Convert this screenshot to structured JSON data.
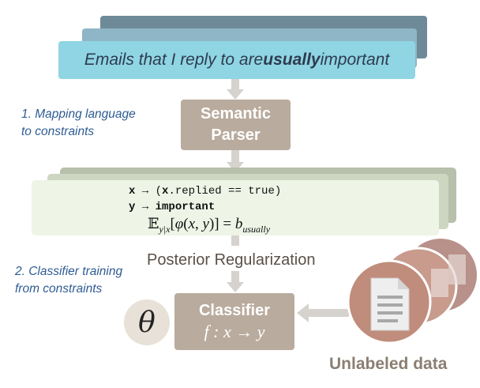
{
  "email_example": {
    "before": "Emails that I reply to are ",
    "emphasis": "usually",
    "after": " important"
  },
  "steps": {
    "step1_line1": "1. Mapping language",
    "step1_line2": "to constraints",
    "step2_line1": "2. Classifier training",
    "step2_line2": "from constraints"
  },
  "semantic_parser": {
    "line1": "Semantic",
    "line2": "Parser"
  },
  "constraint": {
    "x_var": "x",
    "x_rhs_var": "x",
    "x_rhs_rest": ".replied == true)",
    "x_rhs_open": "(",
    "y_var": "y",
    "y_rhs": "important",
    "arrow": "→"
  },
  "posterior_regularization_label": "Posterior Regularization",
  "classifier": {
    "title": "Classifier"
  },
  "theta_symbol": "θ",
  "unlabeled_data_label": "Unlabeled data",
  "colors": {
    "email_card": "#8fd5e3",
    "parser_box": "#b9ab9d",
    "constraint_card": "#eef4e6",
    "step_text": "#2f5c93",
    "doc_circle": "#c08c7b"
  }
}
